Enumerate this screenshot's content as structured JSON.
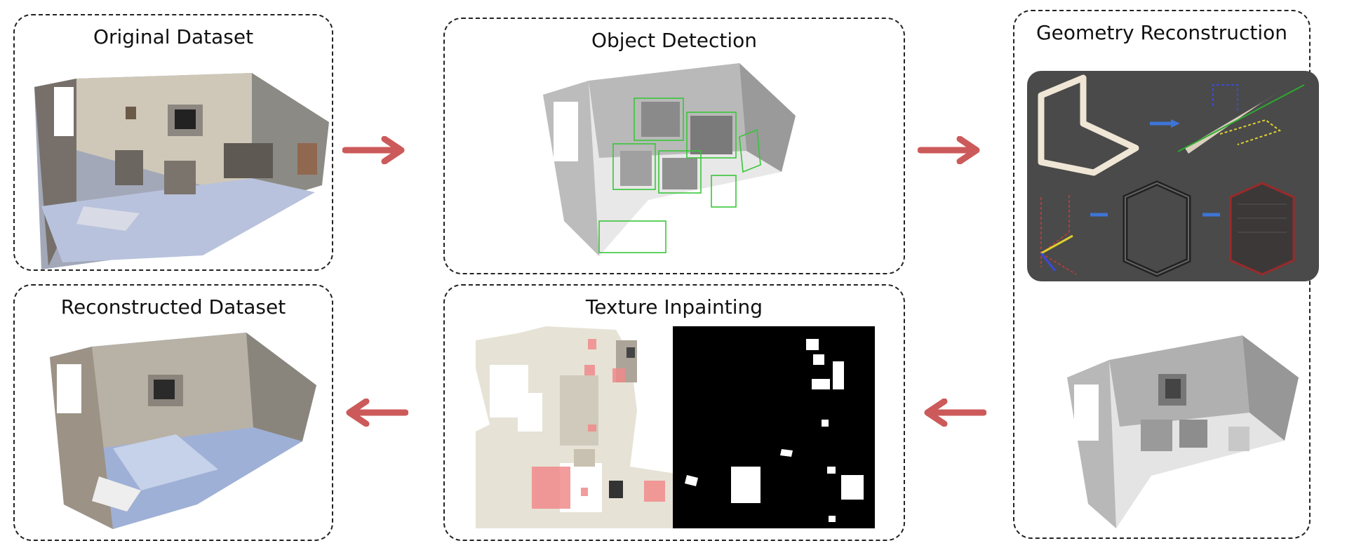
{
  "panels": {
    "original": {
      "title": "Original Dataset"
    },
    "detection": {
      "title": "Object Detection"
    },
    "geometry": {
      "title": "Geometry Reconstruction"
    },
    "texture": {
      "title": "Texture Inpainting"
    },
    "reconstructed": {
      "title": "Reconstructed Dataset"
    }
  },
  "colors": {
    "arrow": "#cc5a5a",
    "bbox": "#38c638",
    "mask_highlight": "#f08b8b",
    "geometry_bg": "#4a4a4a",
    "small_arrow": "#3d74d6"
  },
  "icons": {
    "arrow": "right-arrow-icon",
    "arrow_back": "left-arrow-icon"
  }
}
